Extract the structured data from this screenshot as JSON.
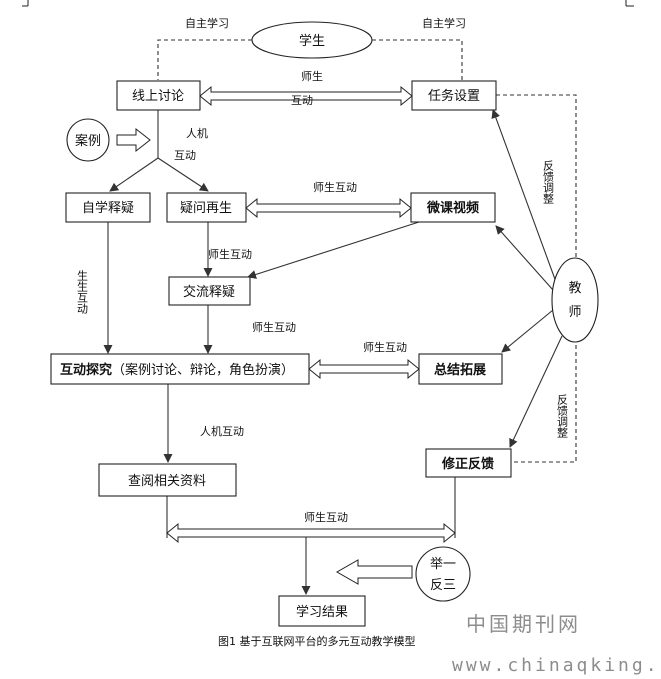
{
  "nodes": {
    "student": "学生",
    "online_discussion": "线上讨论",
    "task_setting": "任务设置",
    "case": "案例",
    "self_study_doubt": "自学释疑",
    "question_again": "疑问再生",
    "micro_video": "微课视频",
    "exchange_doubt": "交流释疑",
    "interactive_explore_bold": "互动探究",
    "interactive_explore_rest": "（案例讨论、辩论，角色扮演）",
    "summary_expand": "总结拓展",
    "teacher_1": "教",
    "teacher_2": "师",
    "review_material": "查阅相关资料",
    "revise_feedback": "修正反馈",
    "analogy_1": "举一",
    "analogy_2": "反三",
    "learning_result": "学习结果"
  },
  "labels": {
    "self_study_left": "自主学习",
    "self_study_right": "自主学习",
    "teacher_student_1": "师生",
    "interaction_1": "互动",
    "human_machine_1": "人机",
    "interaction_2": "互动",
    "teacher_student_interaction_1": "师生互动",
    "teacher_student_interaction_2": "师生互动",
    "student_student_vertical": "生生互动",
    "teacher_student_interaction_3": "师生互动",
    "teacher_student_interaction_4": "师生互动",
    "human_machine_interaction": "人机互动",
    "teacher_student_interaction_5": "师生互动",
    "feedback_adjust_upper": "反馈调整",
    "feedback_adjust_lower": "反馈调整"
  },
  "caption": "图1  基于互联网平台的多元互动教学模型",
  "watermark": {
    "cn": "中国期刊网",
    "url": "www.chinaqking.com"
  }
}
